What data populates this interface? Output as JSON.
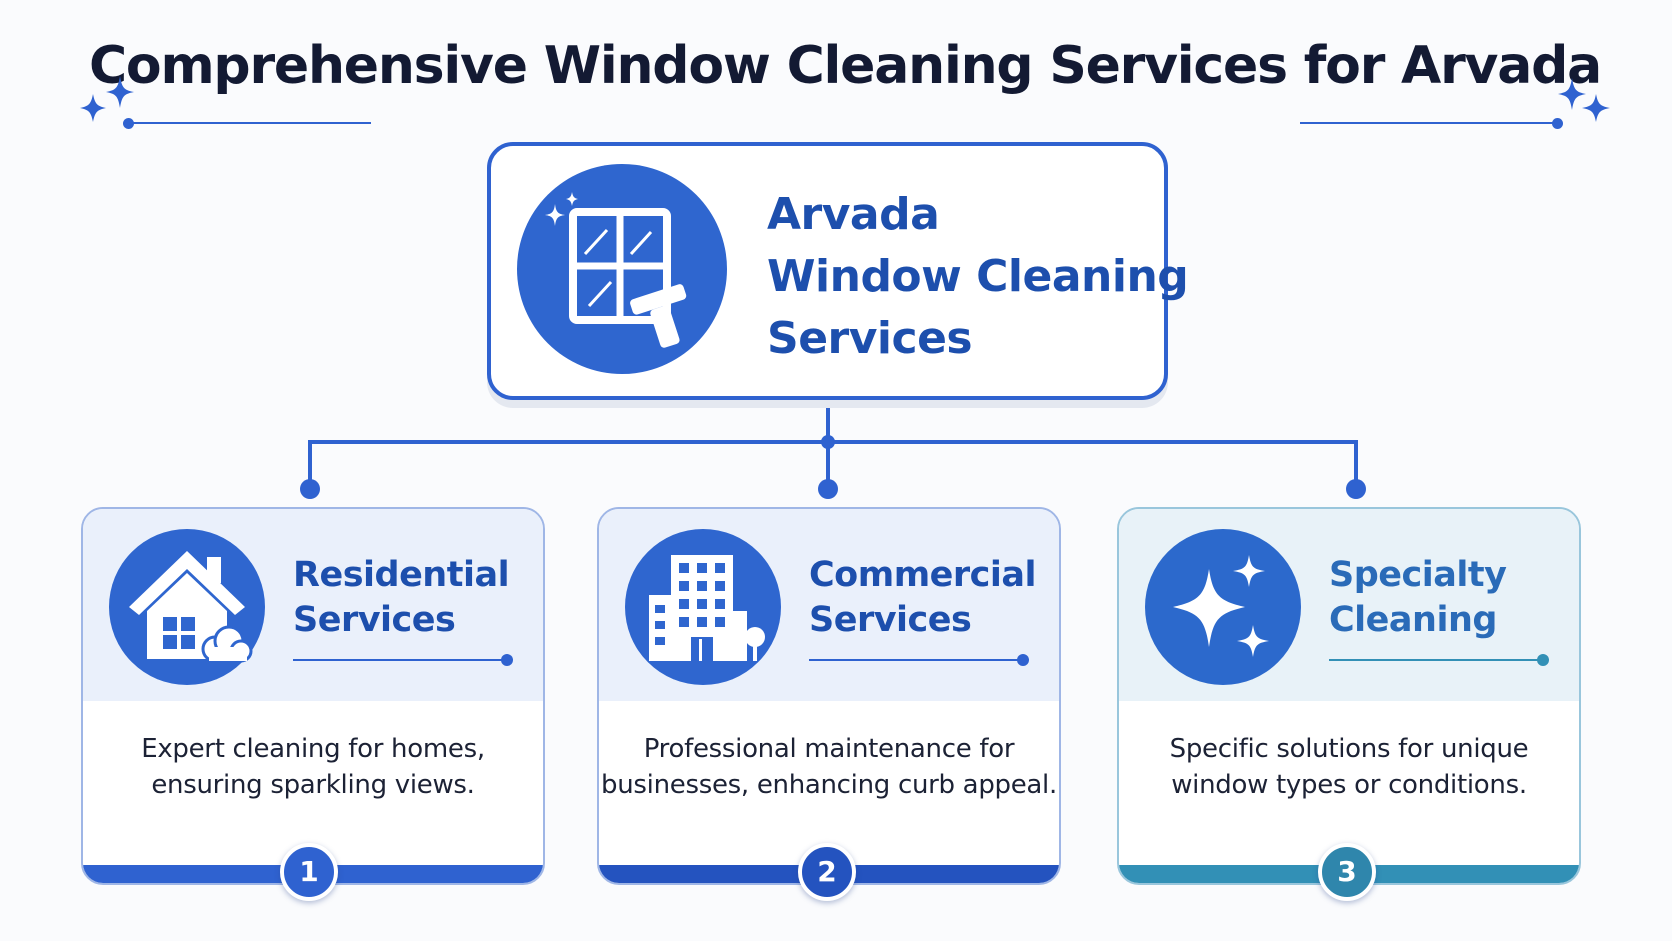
{
  "header": {
    "title": "Comprehensive Window Cleaning Services for Arvada"
  },
  "main_node": {
    "title_lines": [
      "Arvada",
      "Window Cleaning",
      "Services"
    ],
    "icon": "window-squeegee-icon"
  },
  "cards": [
    {
      "title_lines": [
        "Residential",
        "Services"
      ],
      "description_lines": [
        "Expert cleaning for homes,",
        "ensuring sparkling views."
      ],
      "badge": "1",
      "icon": "house-icon"
    },
    {
      "title_lines": [
        "Commercial",
        "Services"
      ],
      "description_lines": [
        "Professional maintenance for",
        "businesses, enhancing curb appeal."
      ],
      "badge": "2",
      "icon": "office-building-icon"
    },
    {
      "title_lines": [
        "Specialty",
        "Cleaning"
      ],
      "description_lines": [
        "Specific solutions for unique",
        "window types or conditions."
      ],
      "badge": "3",
      "icon": "sparkle-icon"
    }
  ],
  "colors": {
    "primary": "#2f62d0",
    "heading": "#1d4fad",
    "teal_accent": "#3290b6",
    "title_text": "#131a33"
  }
}
